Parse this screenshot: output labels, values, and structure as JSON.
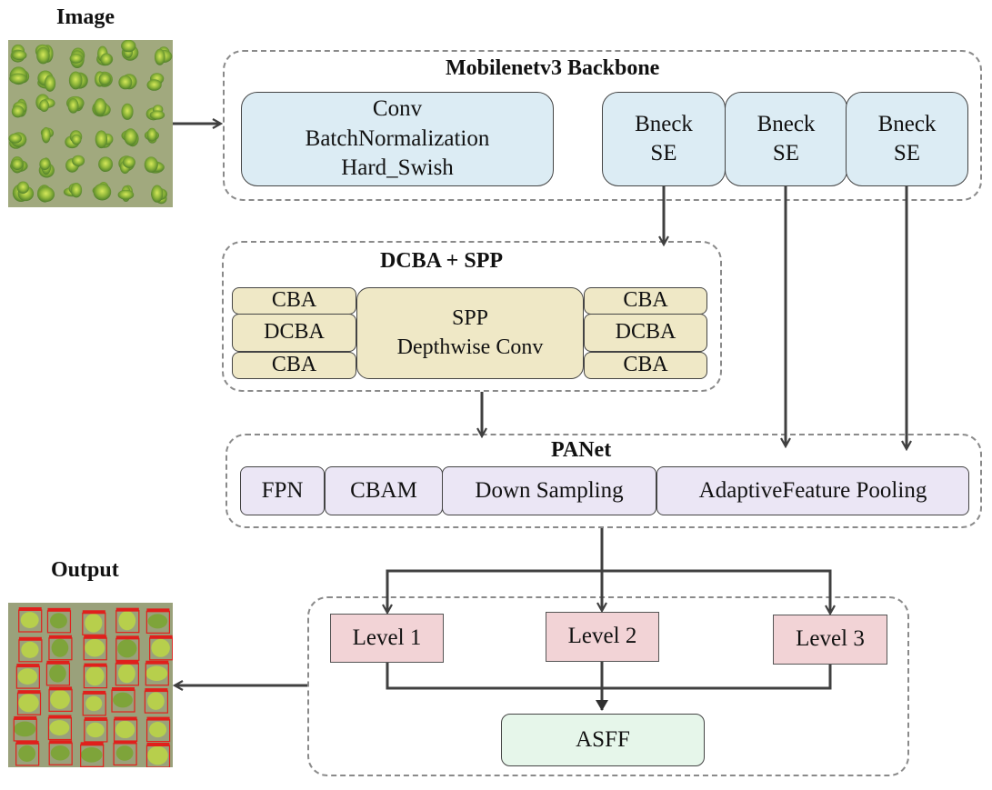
{
  "input": {
    "label": "Image"
  },
  "output": {
    "label": "Output"
  },
  "backbone": {
    "title": "Mobilenetv3 Backbone",
    "stem_lines": [
      "Conv",
      "BatchNormalization",
      "Hard_Swish"
    ],
    "bnecks": [
      {
        "line1": "Bneck",
        "line2": "SE"
      },
      {
        "line1": "Bneck",
        "line2": "SE"
      },
      {
        "line1": "Bneck",
        "line2": "SE"
      }
    ]
  },
  "dcba": {
    "title": "DCBA + SPP",
    "left": [
      "CBA",
      "DCBA",
      "CBA"
    ],
    "center_lines": [
      "SPP",
      "Depthwise Conv"
    ],
    "right": [
      "CBA",
      "DCBA",
      "CBA"
    ]
  },
  "panet": {
    "title": "PANet",
    "blocks": [
      "FPN",
      "CBAM",
      "Down Sampling",
      "AdaptiveFeature Pooling"
    ]
  },
  "levels": [
    "Level 1",
    "Level 2",
    "Level 3"
  ],
  "asff": {
    "label": "ASFF"
  },
  "colors": {
    "backbone_fill": "#dcecf4",
    "dcba_fill": "#efe8c6",
    "panet_fill": "#ebe6f5",
    "level_fill": "#f2d3d6",
    "asff_fill": "#e6f6ea",
    "arrow": "#404040",
    "detection_box": "#e0201c"
  },
  "icons": {
    "input_image": "aerial-crop-field-image",
    "output_image": "aerial-crop-detections-image"
  }
}
